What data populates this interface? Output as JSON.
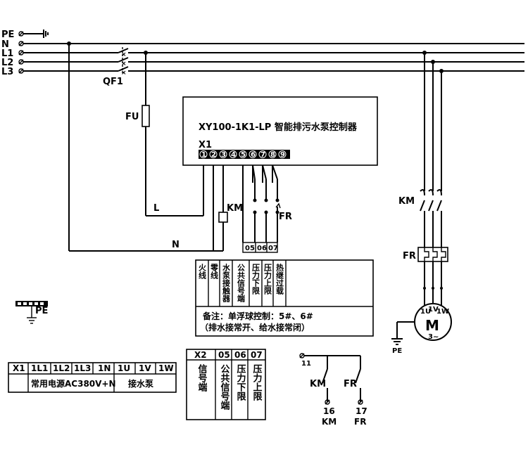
{
  "bus_labels": [
    "PE",
    "N",
    "L1",
    "L2",
    "L3"
  ],
  "breaker_label": "QF1",
  "fuse_label": "FU",
  "controller": {
    "title": "XY100-1K1-LP  智能排污水泵控制器",
    "strip_label": "X1",
    "terminals": [
      "1",
      "2",
      "3",
      "4",
      "5",
      "6",
      "7",
      "8",
      "9"
    ]
  },
  "wire_l_label": "L",
  "wire_n_label": "N",
  "coil_label": "KM",
  "fr_label": "FR",
  "sensor_terminals": [
    "05",
    "06",
    "07"
  ],
  "function_table": {
    "headers": [
      "火线",
      "零线",
      "水泵接触器",
      "公共信号端",
      "压力下限",
      "压力上限",
      "热继过载"
    ],
    "note_line1": "备注：单浮球控制：5#、6#",
    "note_line2": "（排水接常开、给水接常闭）"
  },
  "pe_bar_label": "PE",
  "motor": {
    "contactor_label": "KM",
    "relay_label": "FR",
    "symbol": "M",
    "phase": "3~",
    "terminals": [
      "1U",
      "1V",
      "1W"
    ],
    "ground_label": "PE"
  },
  "power_table": {
    "row1": [
      "X1",
      "1L1",
      "1L2",
      "1L3",
      "1N",
      "1U",
      "1V",
      "1W"
    ],
    "power_label": "常用电源AC380V+N",
    "pump_label": "接水泵"
  },
  "x2_table": {
    "row1": [
      "X2",
      "05",
      "06",
      "07"
    ],
    "row2": [
      "信号端",
      "公共信号端",
      "压力下限",
      "压力上限"
    ]
  },
  "aux_circuit": {
    "top_terminal": "11",
    "km_label": "KM",
    "fr_label": "FR",
    "bottom_terminals": [
      "16",
      "17"
    ],
    "bottom_labels": [
      "KM",
      "FR"
    ]
  }
}
